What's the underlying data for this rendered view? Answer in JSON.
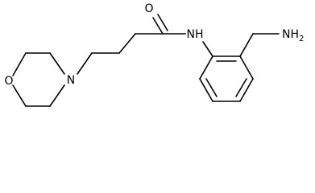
{
  "molecule": {
    "atoms": {
      "oxygen_carbonyl": "O",
      "amide_nh": "NH",
      "amine": "NH",
      "amine_h_count": "2",
      "morpholine_n": "N",
      "morpholine_o": "O"
    }
  }
}
